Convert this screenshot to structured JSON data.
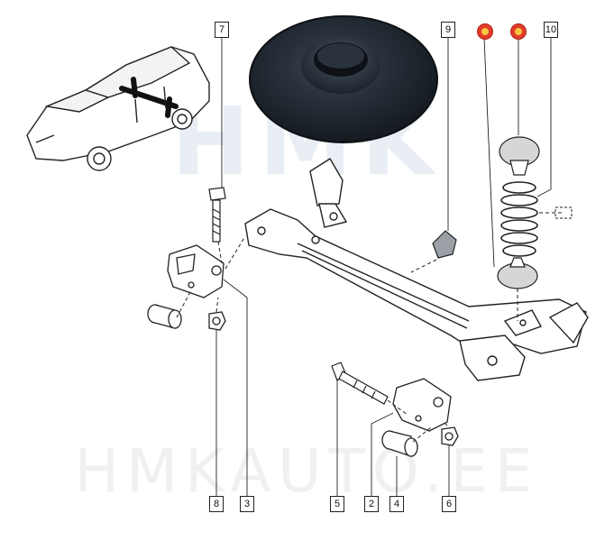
{
  "watermark": {
    "top_text": "HMK",
    "bottom_text": "HMKAUTO.EE"
  },
  "callouts": {
    "c7": "7",
    "c9": "9",
    "c10": "10",
    "c8": "8",
    "c3": "3",
    "c5": "5",
    "c2": "2",
    "c4": "4",
    "c6": "6"
  },
  "colors": {
    "badge_red": "#e23b2a",
    "badge_yellow": "#f6c640",
    "mount_dark": "#1f2630"
  }
}
